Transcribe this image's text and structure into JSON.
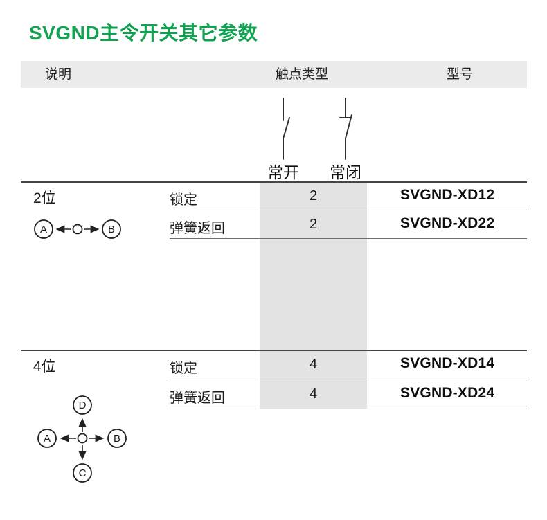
{
  "title": "SVGND主令开关其它参数",
  "header": {
    "description": "说明",
    "contact_type": "触点类型",
    "model": "型号"
  },
  "contact_types": {
    "normally_open": "常开",
    "normally_closed": "常闭"
  },
  "sections": [
    {
      "position": "2位",
      "diagram_letters": {
        "left": "A",
        "right": "B"
      },
      "rows": [
        {
          "action": "锁定",
          "contacts": "2",
          "model": "SVGND-XD12"
        },
        {
          "action": "弹簧返回",
          "contacts": "2",
          "model": "SVGND-XD22"
        }
      ]
    },
    {
      "position": "4位",
      "diagram_letters": {
        "top": "D",
        "left": "A",
        "right": "B",
        "bottom": "C"
      },
      "rows": [
        {
          "action": "锁定",
          "contacts": "4",
          "model": "SVGND-XD14"
        },
        {
          "action": "弹簧返回",
          "contacts": "4",
          "model": "SVGND-XD24"
        }
      ]
    }
  ],
  "colors": {
    "title_green": "#12a150",
    "header_bg": "#ebebeb",
    "band_bg": "#e3e3e3"
  }
}
